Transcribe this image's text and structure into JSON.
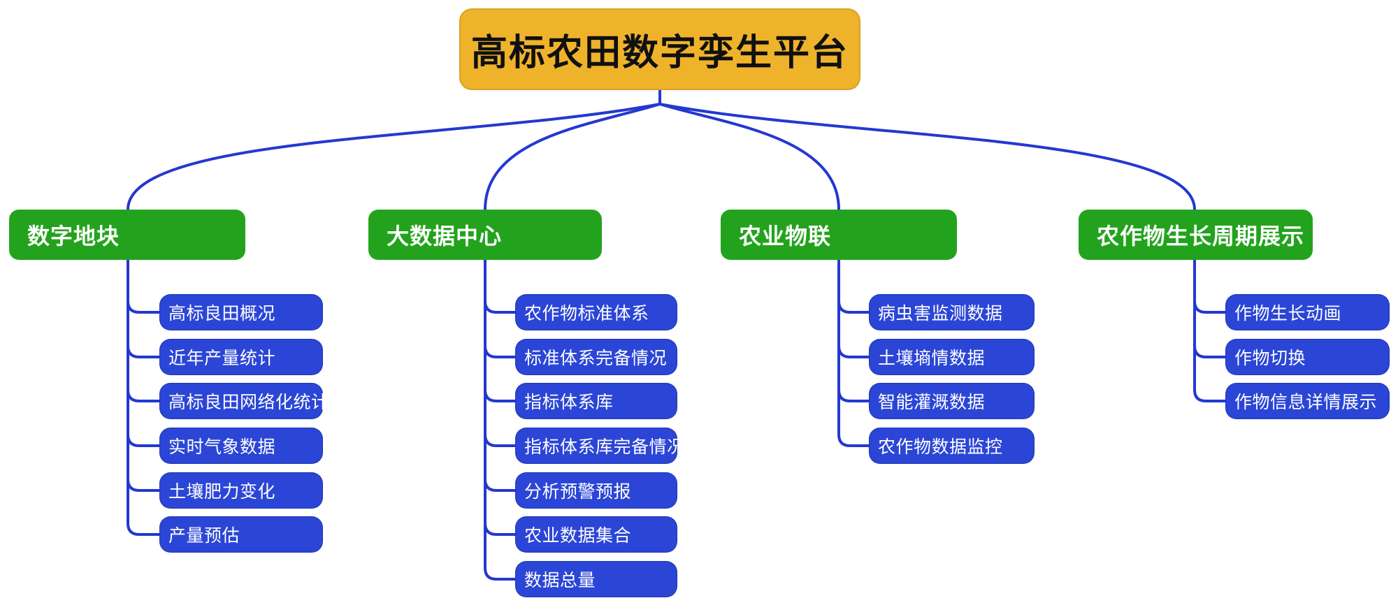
{
  "colors": {
    "root_fill": "#efb32b",
    "root_text": "#101010",
    "branch_fill": "#23a31d",
    "branch_text": "#ffffff",
    "child_fill": "#2b46d6",
    "child_text": "#ffffff",
    "connector": "#2438d0"
  },
  "mindmap": {
    "root": {
      "label": "高标农田数字孪生平台"
    },
    "branches": [
      {
        "label": "数字地块",
        "children": [
          "高标良田概况",
          "近年产量统计",
          "高标良田网络化统计",
          "实时气象数据",
          "土壤肥力变化",
          "产量预估"
        ]
      },
      {
        "label": "大数据中心",
        "children": [
          "农作物标准体系",
          "标准体系完备情况",
          "指标体系库",
          "指标体系库完备情况",
          "分析预警预报",
          "农业数据集合",
          "数据总量"
        ]
      },
      {
        "label": "农业物联",
        "children": [
          "病虫害监测数据",
          "土壤墒情数据",
          "智能灌溉数据",
          "农作物数据监控"
        ]
      },
      {
        "label": "农作物生长周期展示",
        "children": [
          "作物生长动画",
          "作物切换",
          "作物信息详情展示"
        ]
      }
    ]
  }
}
